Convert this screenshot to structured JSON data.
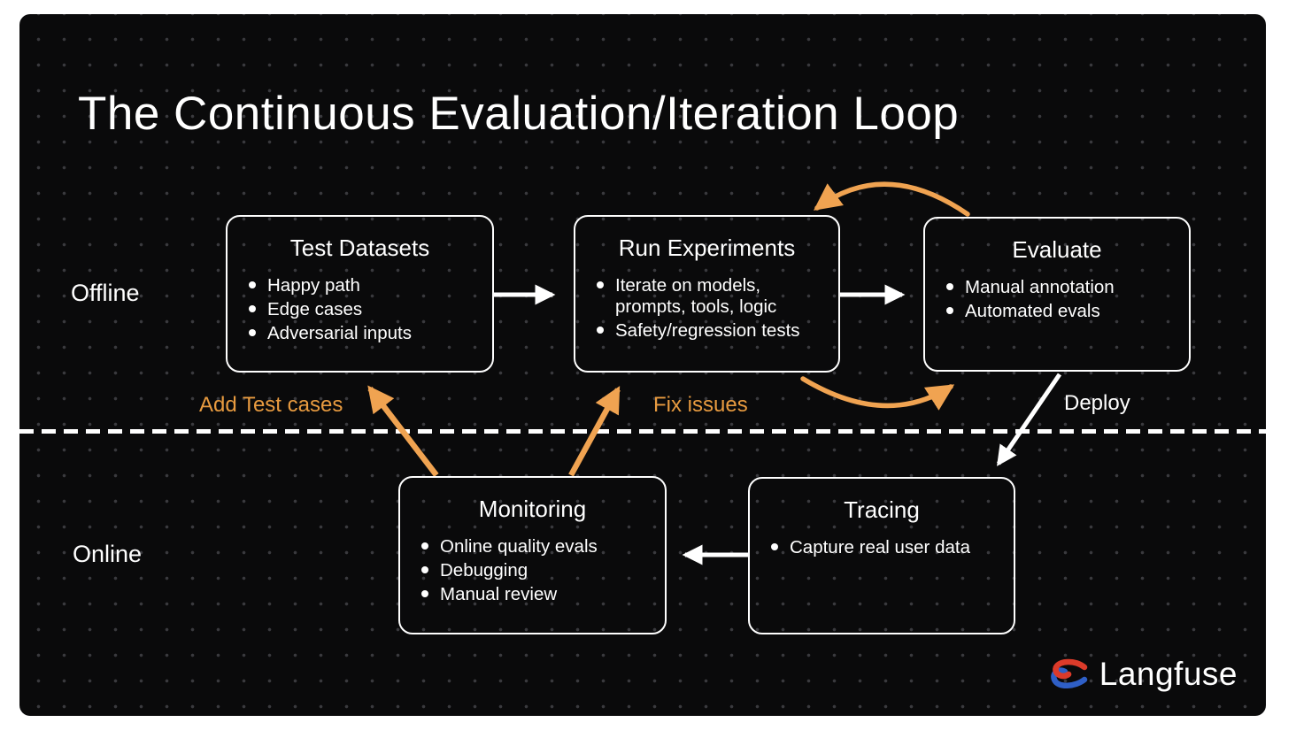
{
  "title": "The Continuous Evaluation/Iteration Loop",
  "lanes": {
    "offline": "Offline",
    "online": "Online"
  },
  "boxes": [
    {
      "id": "test-datasets",
      "title": "Test Datasets",
      "bullets": [
        "Happy path",
        "Edge cases",
        "Adversarial inputs"
      ]
    },
    {
      "id": "run-experiments",
      "title": "Run Experiments",
      "bullets": [
        "Iterate on models, prompts, tools, logic",
        "Safety/regression tests"
      ]
    },
    {
      "id": "evaluate",
      "title": "Evaluate",
      "bullets": [
        "Manual annotation",
        "Automated evals"
      ]
    },
    {
      "id": "monitoring",
      "title": "Monitoring",
      "bullets": [
        "Online quality evals",
        "Debugging",
        "Manual review"
      ]
    },
    {
      "id": "tracing",
      "title": "Tracing",
      "bullets": [
        "Capture real user data"
      ]
    }
  ],
  "edge_labels": {
    "add_test_cases": "Add Test cases",
    "fix_issues": "Fix issues",
    "deploy": "Deploy"
  },
  "logo": {
    "text": "Langfuse"
  },
  "colors": {
    "page_bg": "#FFFFFF",
    "canvas_bg": "#0A0A0B",
    "dot_grid": "#3A3A3E",
    "accent_orange": "#F0A351",
    "label_orange": "#E89B40",
    "white": "#FFFFFF",
    "logo_red": "#DC3B2A",
    "logo_blue": "#2F5FC6"
  }
}
